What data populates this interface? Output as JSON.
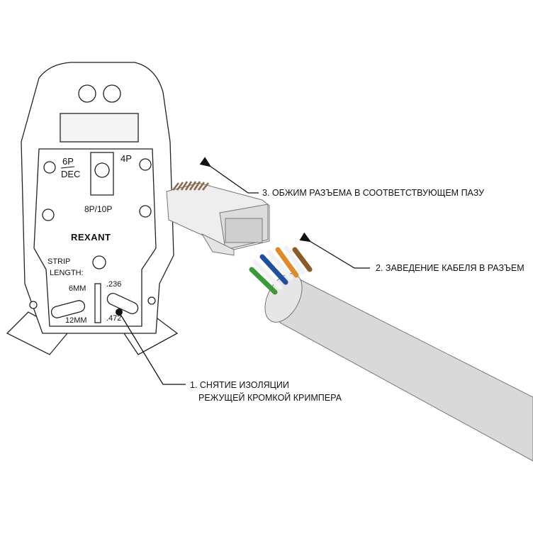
{
  "tool": {
    "brand": "REXANT",
    "slot_6p": "6P",
    "slot_dec": "DEC",
    "slot_4p": "4P",
    "slot_8p10p": "8P/10P",
    "strip_label_1": "STRIP",
    "strip_label_2": "LENGTH:",
    "mm6": "6MM",
    "mm12": "12MM",
    "in236": ".236",
    "in472": ".472"
  },
  "steps": {
    "step1_line1": "1. СНЯТИЕ ИЗОЛЯЦИИ",
    "step1_line2": "РЕЖУЩЕЙ КРОМКОЙ КРИМПЕРА",
    "step2": "2. ЗАВЕДЕНИЕ КАБЕЛЯ В РАЗЪЕМ",
    "step3": "3. ОБЖИМ РАЗЪЕМА В СООТВЕТСТВУЮЩЕМ ПАЗУ"
  },
  "colors": {
    "cable": "#d9d9d9",
    "green": "#3a9a3a",
    "blue": "#1f4fa0",
    "orange": "#e08a2a",
    "brown": "#8a5a2a"
  }
}
